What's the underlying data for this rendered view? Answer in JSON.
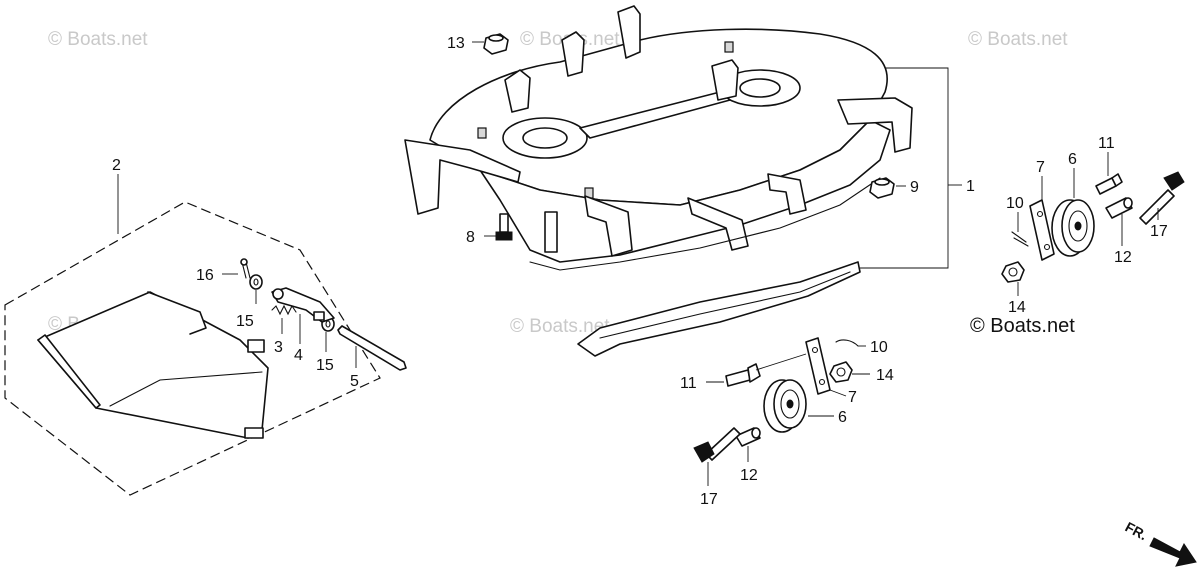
{
  "watermark": "© Boats.net",
  "copyright": "© Boats.net",
  "front_indicator": "FR.",
  "callouts": {
    "c1": "1",
    "c2": "2",
    "c3": "3",
    "c4": "4",
    "c5": "5",
    "c6a": "6",
    "c6b": "6",
    "c7a": "7",
    "c7b": "7",
    "c8": "8",
    "c9": "9",
    "c10a": "10",
    "c10b": "10",
    "c11a": "11",
    "c11b": "11",
    "c12a": "12",
    "c12b": "12",
    "c13": "13",
    "c14a": "14",
    "c14b": "14",
    "c15a": "15",
    "c15b": "15",
    "c16": "16",
    "c17a": "17",
    "c17b": "17"
  }
}
